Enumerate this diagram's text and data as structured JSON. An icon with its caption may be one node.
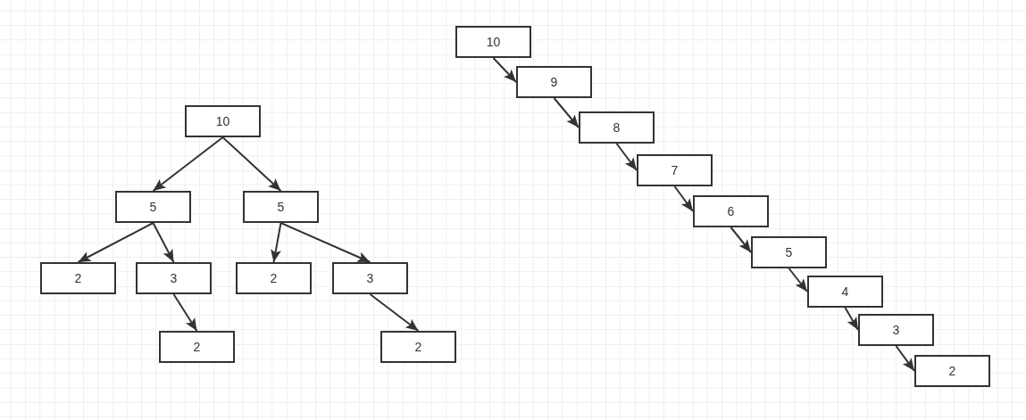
{
  "diagram": {
    "nodes": [
      {
        "text": [
          "10"
        ]
      },
      {
        "text": [
          "5"
        ]
      },
      {
        "text": [
          "5"
        ]
      },
      {
        "text": [
          "2"
        ]
      },
      {
        "text": [
          "3"
        ]
      },
      {
        "text": [
          "2"
        ]
      },
      {
        "text": [
          "2"
        ]
      },
      {
        "text": [
          "3"
        ]
      },
      {
        "text": [
          "2"
        ]
      },
      {
        "text": [
          "10"
        ]
      },
      {
        "text": [
          "9"
        ]
      },
      {
        "text": [
          "8"
        ]
      },
      {
        "text": [
          "7"
        ]
      },
      {
        "text": [
          "6"
        ]
      },
      {
        "text": [
          "5"
        ]
      },
      {
        "text": [
          "4"
        ]
      },
      {
        "text": [
          "3"
        ]
      },
      {
        "text": [
          "2"
        ]
      }
    ],
    "edges": [
      {
        "from": 0,
        "to": 1,
        "arrow": "to"
      },
      {
        "from": 0,
        "to": 2,
        "arrow": "to"
      },
      {
        "from": 1,
        "to": 3,
        "arrow": "to"
      },
      {
        "from": 1,
        "to": 4,
        "arrow": "to"
      },
      {
        "from": 4,
        "to": 5,
        "arrow": "to"
      },
      {
        "from": 2,
        "to": 6,
        "arrow": "to"
      },
      {
        "from": 2,
        "to": 7,
        "arrow": "to"
      },
      {
        "from": 7,
        "to": 8,
        "arrow": "to"
      },
      {
        "from": 9,
        "to": 10,
        "arrow": "to"
      },
      {
        "from": 10,
        "to": 11,
        "arrow": "to"
      },
      {
        "from": 11,
        "to": 12,
        "arrow": "to"
      },
      {
        "from": 12,
        "to": 13,
        "arrow": "to"
      },
      {
        "from": 13,
        "to": 14,
        "arrow": "to"
      },
      {
        "from": 14,
        "to": 15,
        "arrow": "to"
      },
      {
        "from": 15,
        "to": 16,
        "arrow": "to"
      },
      {
        "from": 16,
        "to": 17,
        "arrow": "to"
      }
    ]
  }
}
